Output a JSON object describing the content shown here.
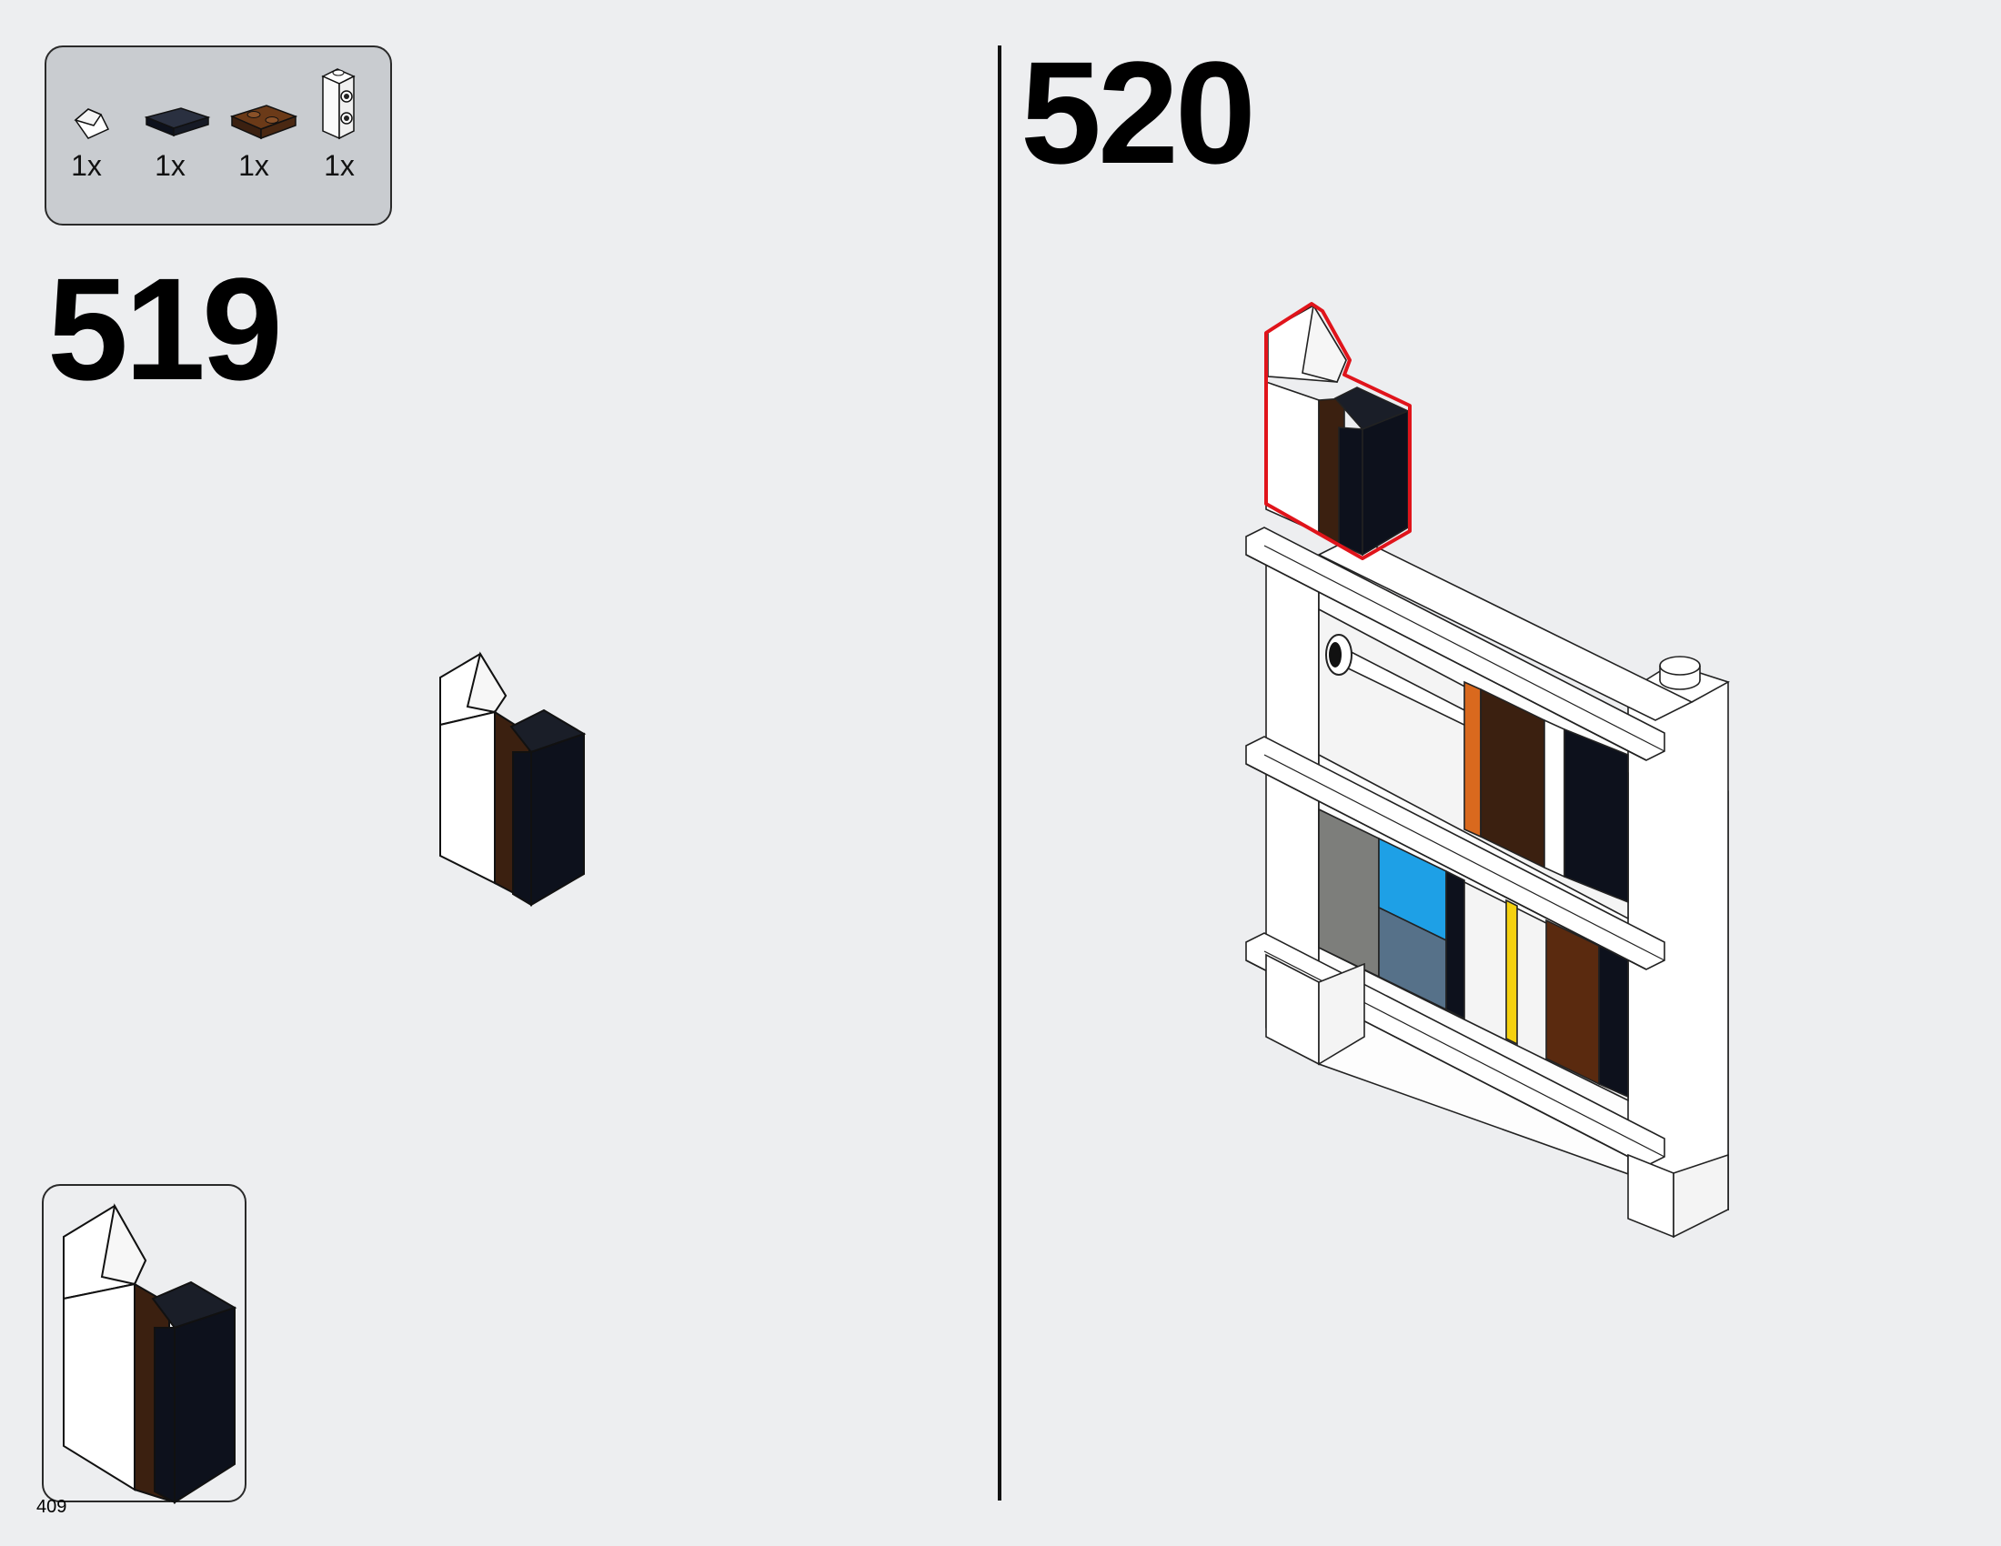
{
  "page_number": "409",
  "step_left": {
    "number": "519"
  },
  "step_right": {
    "number": "520"
  },
  "parts": [
    {
      "name": "white-slope-1x1",
      "quantity": "1x"
    },
    {
      "name": "black-tile-1x2",
      "quantity": "1x"
    },
    {
      "name": "brown-plate-1x2",
      "quantity": "1x"
    },
    {
      "name": "white-brick-1x1-studs-on-side",
      "quantity": "1x"
    }
  ],
  "colors": {
    "background": "#edeef0",
    "parts_box": "#c9ccd0",
    "highlight": "#e0141b",
    "black_part": "#0d111c",
    "brown_part": "#3b2010",
    "orange": "#d9691e",
    "azure": "#1ea0e6",
    "sand_blue": "#567189",
    "yellow": "#f5d10f",
    "dark_gray": "#7d7e7b",
    "reddish_brown": "#5a2a0f"
  }
}
